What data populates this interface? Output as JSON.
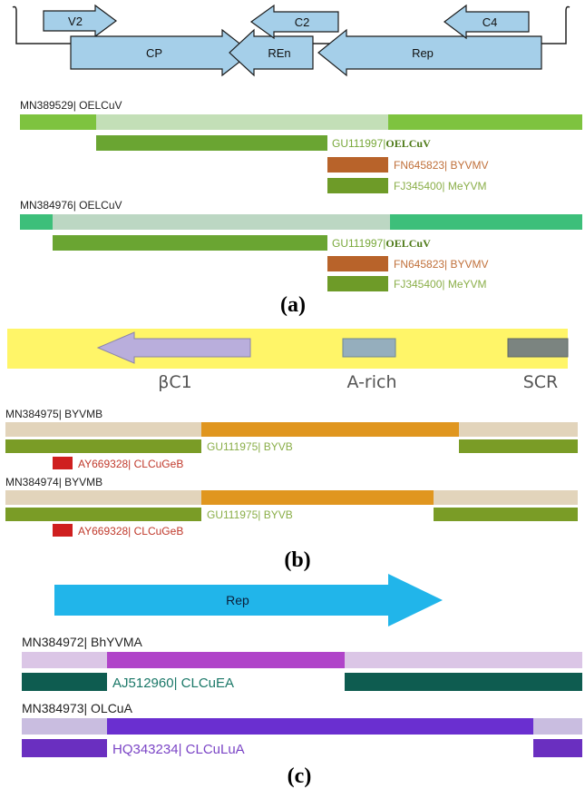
{
  "panel_a": {
    "genome_arrows": [
      "V2",
      "CP",
      "REn",
      "C2",
      "Rep",
      "C4"
    ],
    "recombinants": [
      {
        "isolate": "MN389529| OELCuV",
        "parents": [
          {
            "id": "GU111997",
            "name": "OELCuV"
          },
          {
            "id": "FN645823",
            "name": "BYVMV"
          },
          {
            "id": "FJ345400",
            "name": "MeYVM"
          }
        ]
      },
      {
        "isolate": "MN384976| OELCuV",
        "parents": [
          {
            "id": "GU111997",
            "name": "OELCuV"
          },
          {
            "id": "FN645823",
            "name": "BYVMV"
          },
          {
            "id": "FJ345400",
            "name": "MeYVM"
          }
        ]
      }
    ],
    "label": "(a)"
  },
  "panel_b": {
    "features": [
      "βC1",
      "A-rich",
      "SCR"
    ],
    "recombinants": [
      {
        "isolate": "MN384975| BYVMB",
        "parents": [
          {
            "id": "GU111975",
            "name": "BYVB"
          },
          {
            "id": "AY669328",
            "name": "CLCuGeB"
          }
        ]
      },
      {
        "isolate": "MN384974| BYVMB",
        "parents": [
          {
            "id": "GU111975",
            "name": "BYVB"
          },
          {
            "id": "AY669328",
            "name": "CLCuGeB"
          }
        ]
      }
    ],
    "label": "(b)"
  },
  "panel_c": {
    "gene": "Rep",
    "recombinants": [
      {
        "isolate": "MN384972| BhYVMA",
        "parents": [
          {
            "id": "AJ512960",
            "name": "CLCuEA"
          }
        ]
      },
      {
        "isolate": "MN384973| OLCuA",
        "parents": [
          {
            "id": "HQ343234",
            "name": "CLCuLuA"
          }
        ]
      }
    ],
    "label": "(c)"
  }
}
